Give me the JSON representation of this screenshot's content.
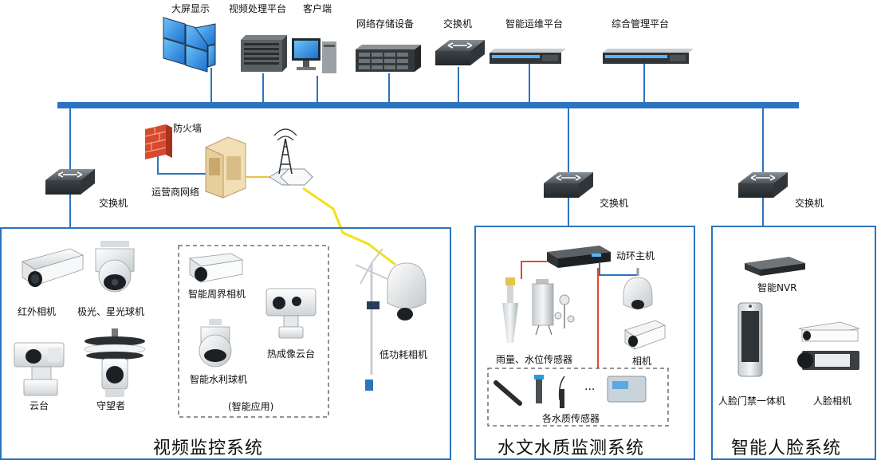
{
  "top_devices": {
    "big_screen": "大屏显示",
    "video_platform": "视频处理平台",
    "client": "客户端",
    "nas": "网络存储设备",
    "top_switch": "交换机",
    "ops_platform": "智能运维平台",
    "mgmt_platform": "综合管理平台"
  },
  "network": {
    "firewall": "防火墙",
    "carrier": "运营商网络"
  },
  "switches": {
    "left": "交换机",
    "mid": "交换机",
    "right": "交换机"
  },
  "video_system": {
    "title": "视频监控系统",
    "ir_camera": "红外相机",
    "starlight_dome": "极光、星光球机",
    "ptz": "云台",
    "watcher": "守望者",
    "perimeter_camera": "智能周界相机",
    "water_dome": "智能水利球机",
    "thermal_ptz": "热成像云台",
    "smart_apps": "(智能应用)",
    "low_power_camera": "低功耗相机"
  },
  "hydro_system": {
    "title": "水文水质监测系统",
    "host": "动环主机",
    "rain_level_sensor": "雨量、水位传感器",
    "camera": "相机",
    "water_quality_sensors": "各水质传感器",
    "ellipsis": "···"
  },
  "face_system": {
    "title": "智能人脸系统",
    "nvr": "智能NVR",
    "door_terminal": "人脸门禁一体机",
    "face_camera": "人脸相机"
  },
  "colors": {
    "bus": "#2c74be",
    "line": "#2c74be",
    "red_line": "#e8452e",
    "wireless": "#f2e11a",
    "wire_yellow": "#e9c544"
  }
}
